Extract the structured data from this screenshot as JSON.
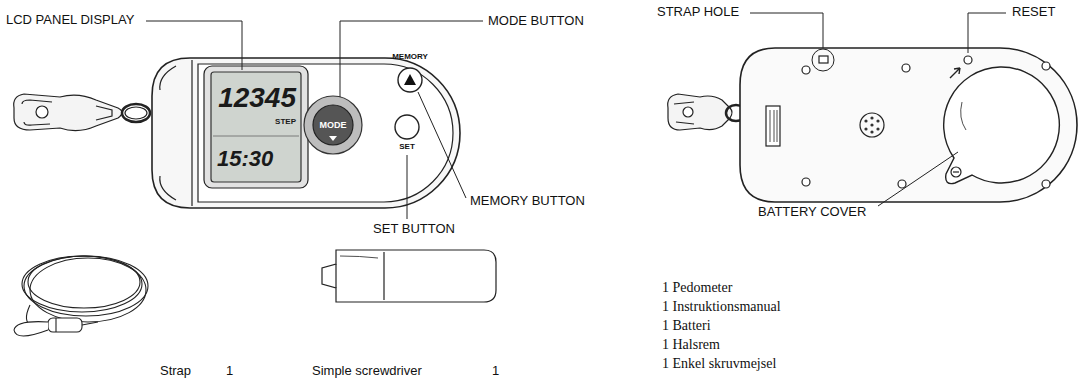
{
  "diagram": {
    "nodes": [
      {
        "text": [
          "12345",
          "STEP",
          "15:30"
        ]
      },
      {
        "text": [
          "MODE"
        ]
      }
    ],
    "labels": [
      "LCD PANEL DISPLAY",
      "MEMORY",
      "MODE BUTTON",
      "MEMORY BUTTON",
      "SET",
      "SET BUTTON",
      "STRAP HOLE",
      "RESET",
      "BATTERY COVER",
      "Strap",
      "1",
      "Simple screwdriver",
      "1",
      "1 Pedometer",
      "1 Instruktionsmanual",
      "1 Batteri",
      "1 Halsrem",
      "1 Enkel skruvmejsel"
    ]
  }
}
